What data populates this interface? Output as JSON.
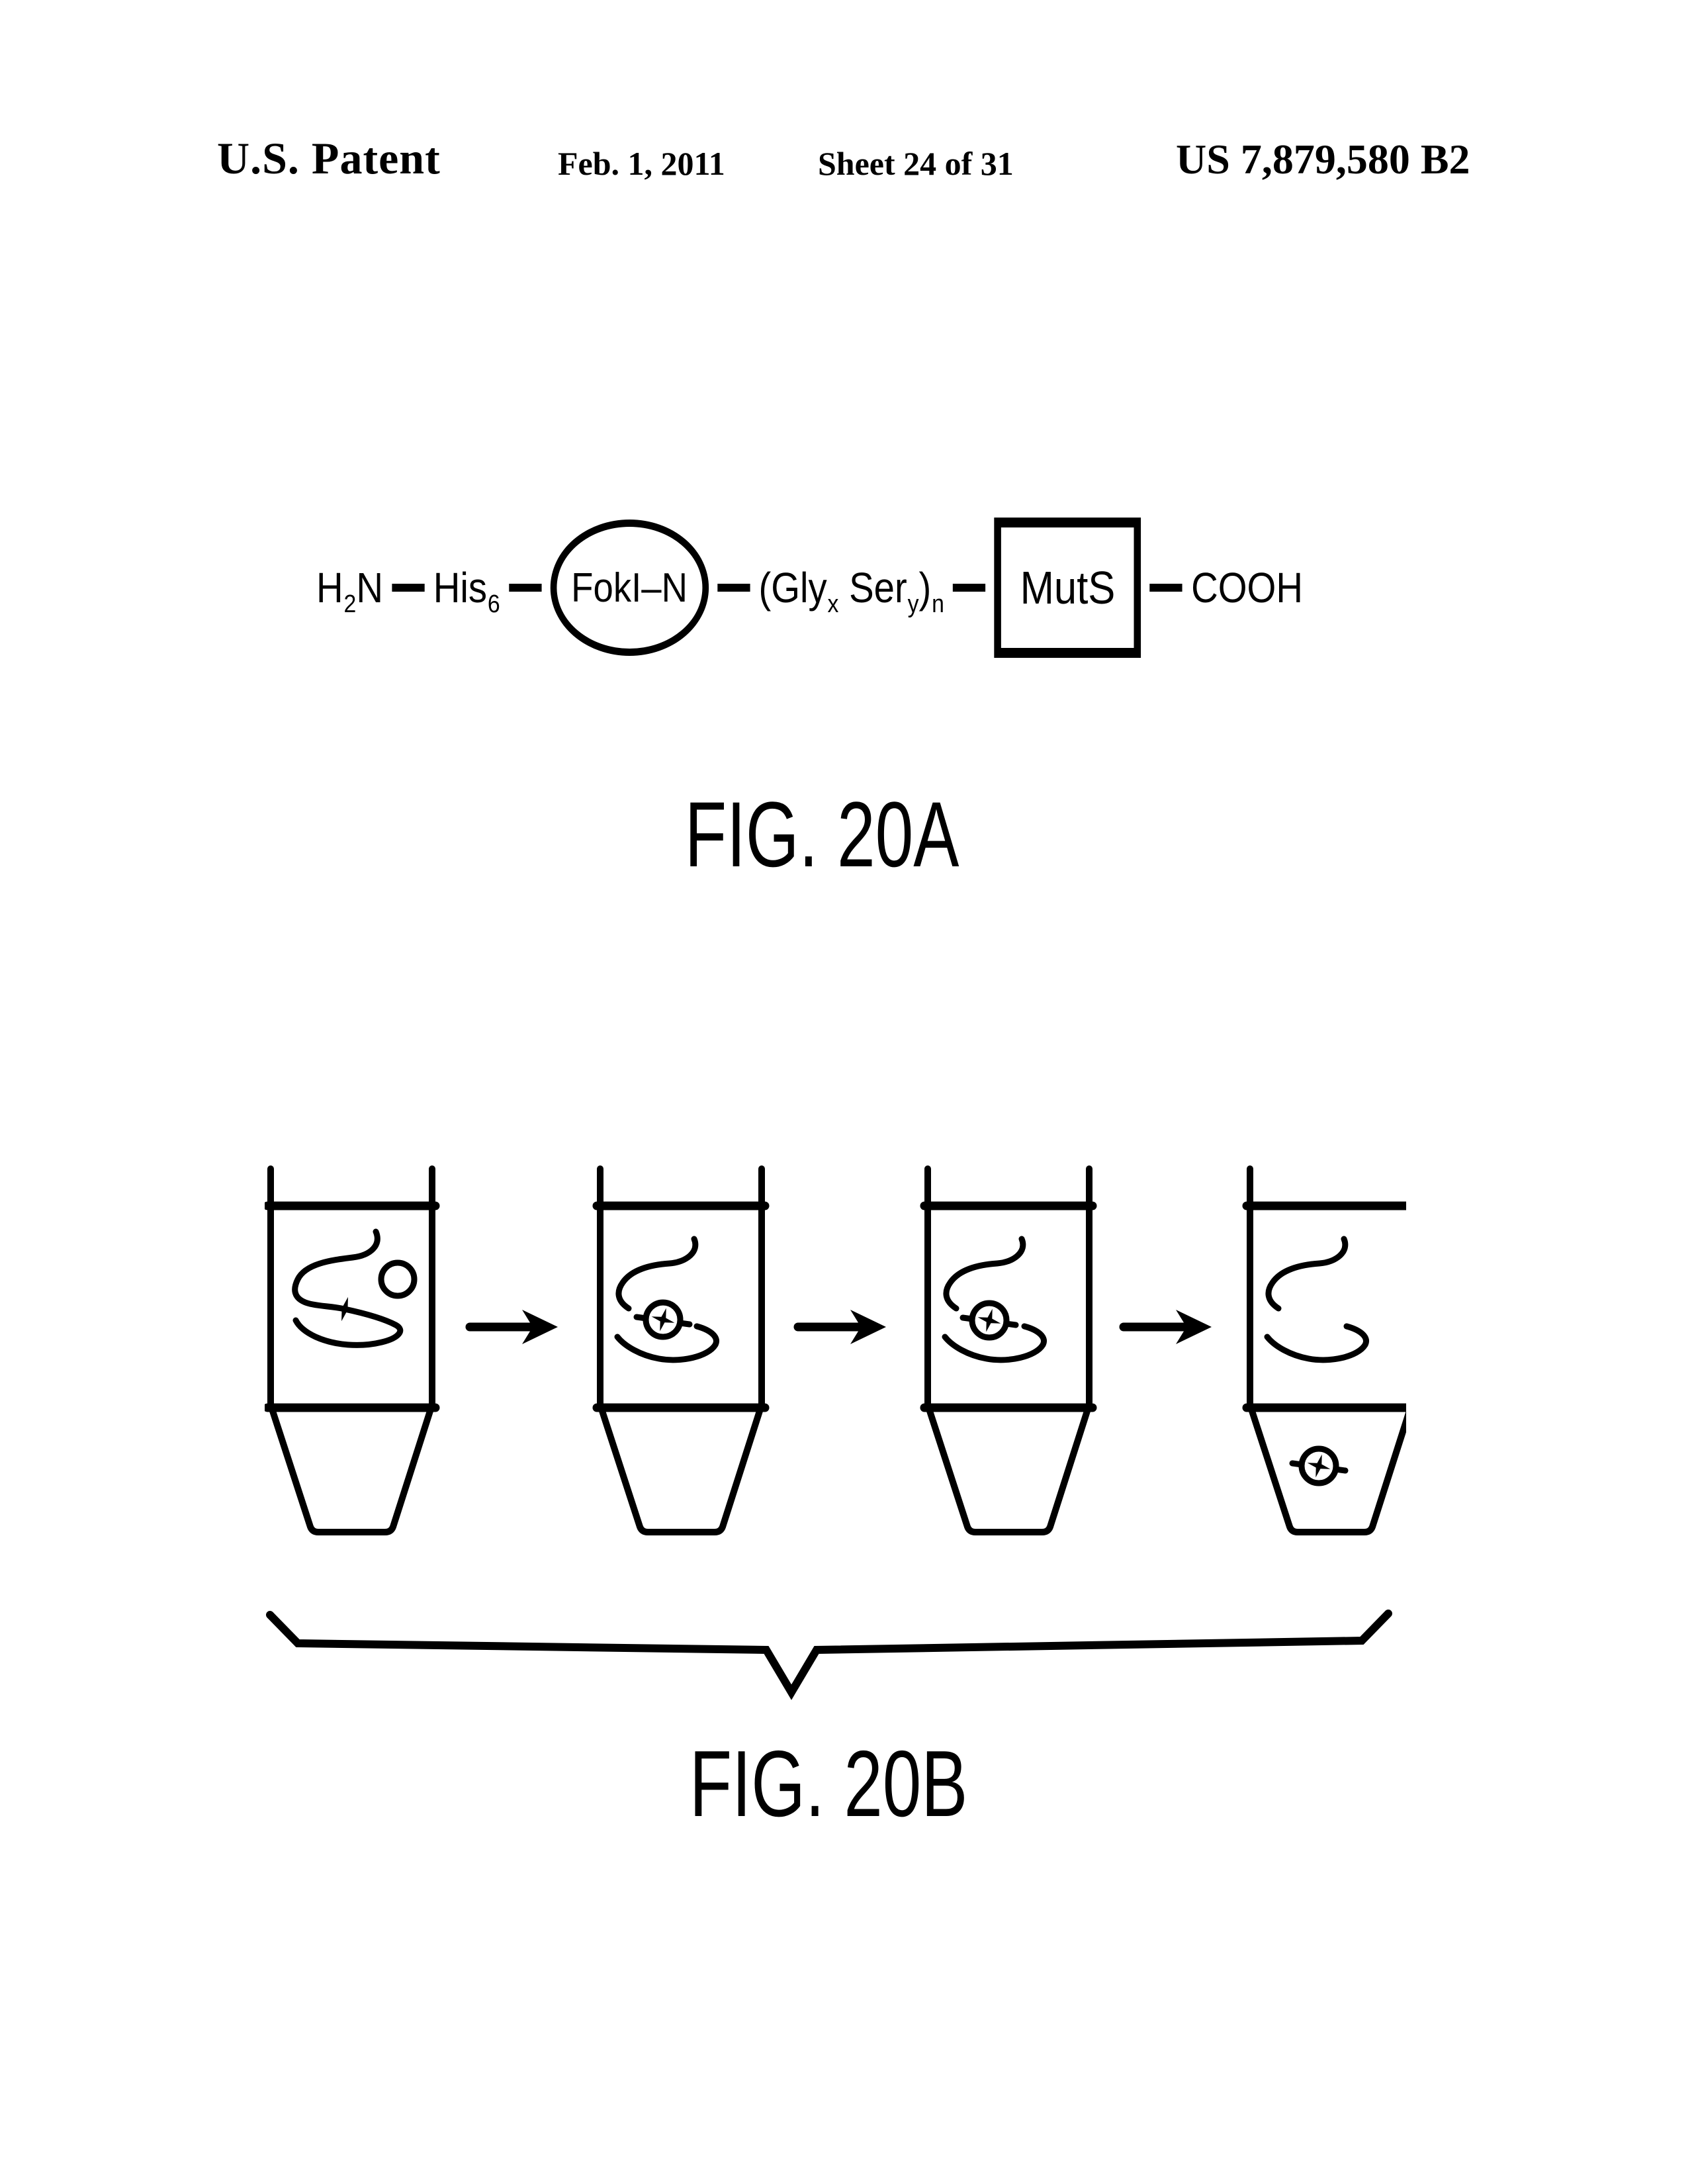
{
  "header": {
    "title": "U.S. Patent",
    "date": "Feb. 1, 2011",
    "sheet": "Sheet 24 of 31",
    "patent_number": "US 7,879,580 B2"
  },
  "fig20a": {
    "caption": "FIG. 20A",
    "nterm_main1": "H",
    "nterm_sub": "2",
    "nterm_main2": "N",
    "his_main": "His",
    "his_sub": "6",
    "ellipse_label": "FokI–N",
    "linker_open": "(Gly",
    "linker_sub_x": "x",
    "linker_mid": " Ser",
    "linker_sub_y": "y",
    "linker_close": ")",
    "linker_sub_n": "n",
    "box_label": "MutS",
    "cterm": "COOH"
  },
  "fig20b": {
    "caption": "FIG. 20B",
    "stages": [
      "tube with DNA strand bearing mismatch and free conjugate",
      "tube with conjugate bound to mismatch on DNA strand",
      "tube with conjugate bound to mismatch on DNA strand",
      "tube with cleaved DNA strand and conjugate-fragment passed into tip"
    ]
  }
}
